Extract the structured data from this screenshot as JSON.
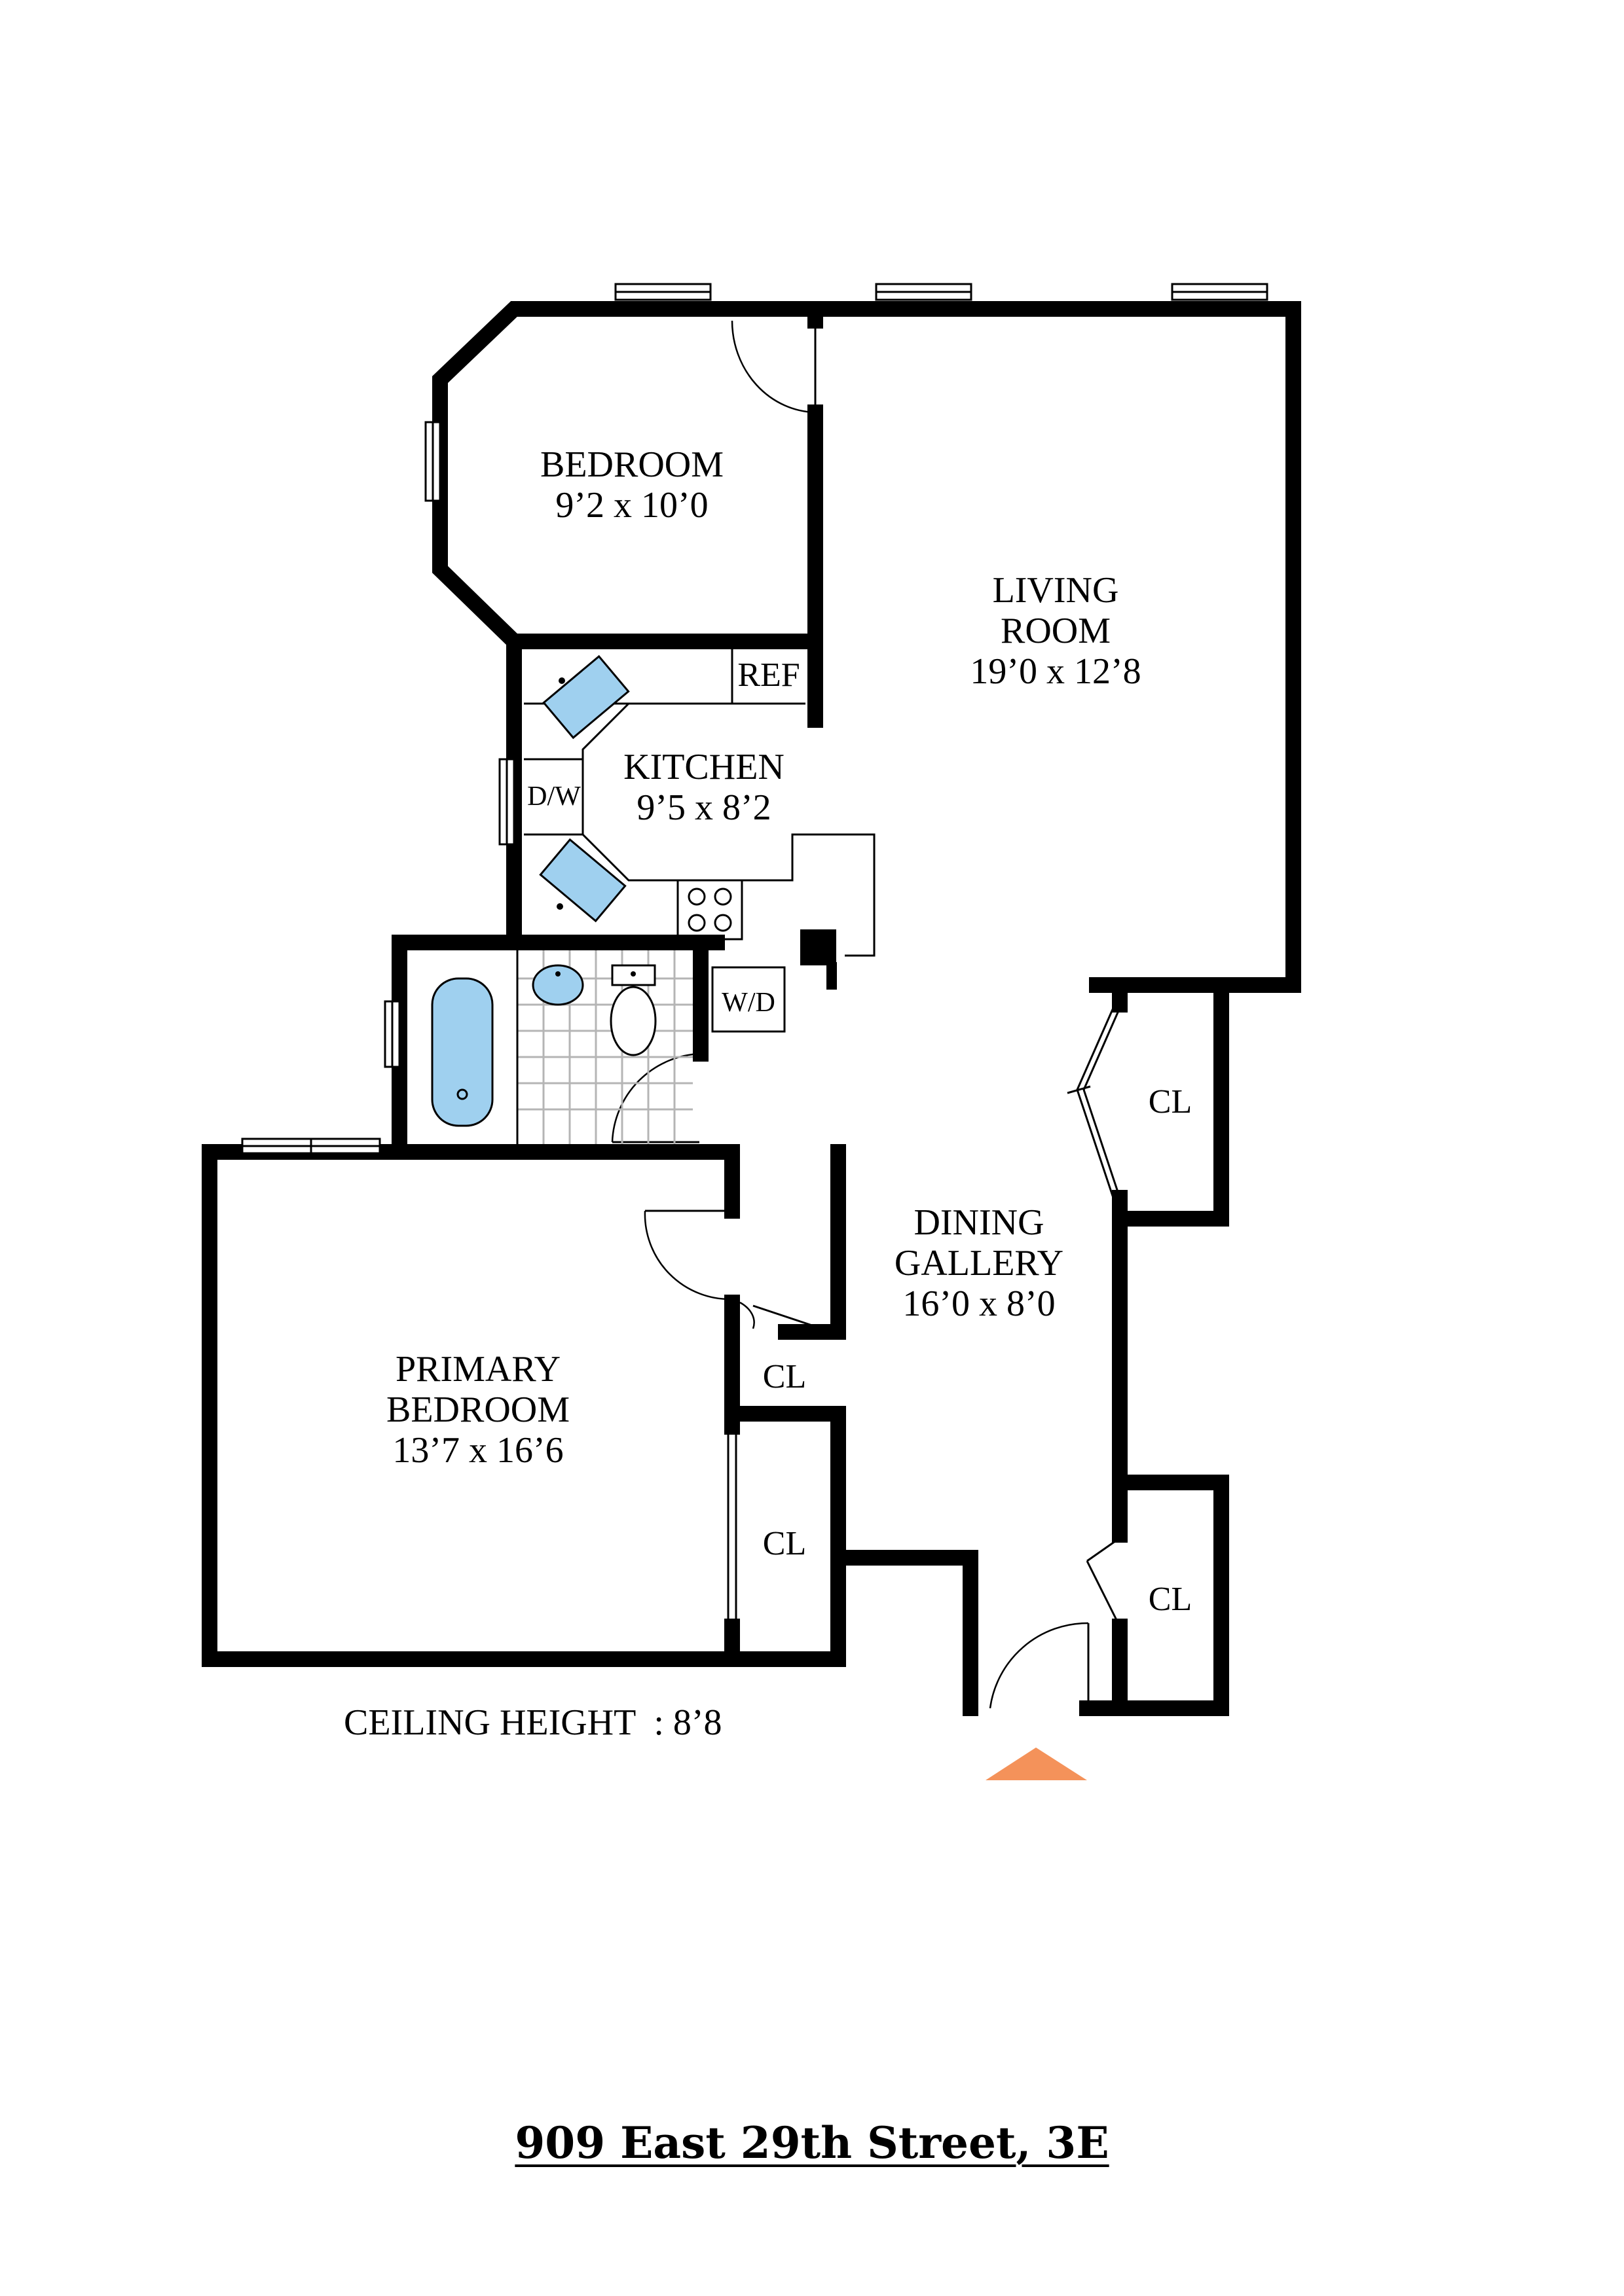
{
  "rooms": {
    "bedroom": {
      "name": "BEDROOM",
      "dims": "9’2 x 10’0"
    },
    "living": {
      "name_line1": "LIVING",
      "name_line2": "ROOM",
      "dims": "19’0 x 12’8"
    },
    "kitchen": {
      "name": "KITCHEN",
      "dims": "9’5 x 8’2"
    },
    "dining": {
      "name_line1": "DINING",
      "name_line2": "GALLERY",
      "dims": "16’0 x 8’0"
    },
    "primary": {
      "name_line1": "PRIMARY",
      "name_line2": "BEDROOM",
      "dims": "13’7 x 16’6"
    }
  },
  "fixtures": {
    "ref": "REF",
    "dw": "D/W",
    "wd": "W/D",
    "closet": "CL"
  },
  "ceiling": "CEILING HEIGHT  : 8’8",
  "address": "909 East 29th Street, 3E",
  "colors": {
    "wall": "#000000",
    "fixture_fill": "#9fd0ef",
    "entry_marker": "#f4925a",
    "tile_grid": "#b5b5b5"
  }
}
